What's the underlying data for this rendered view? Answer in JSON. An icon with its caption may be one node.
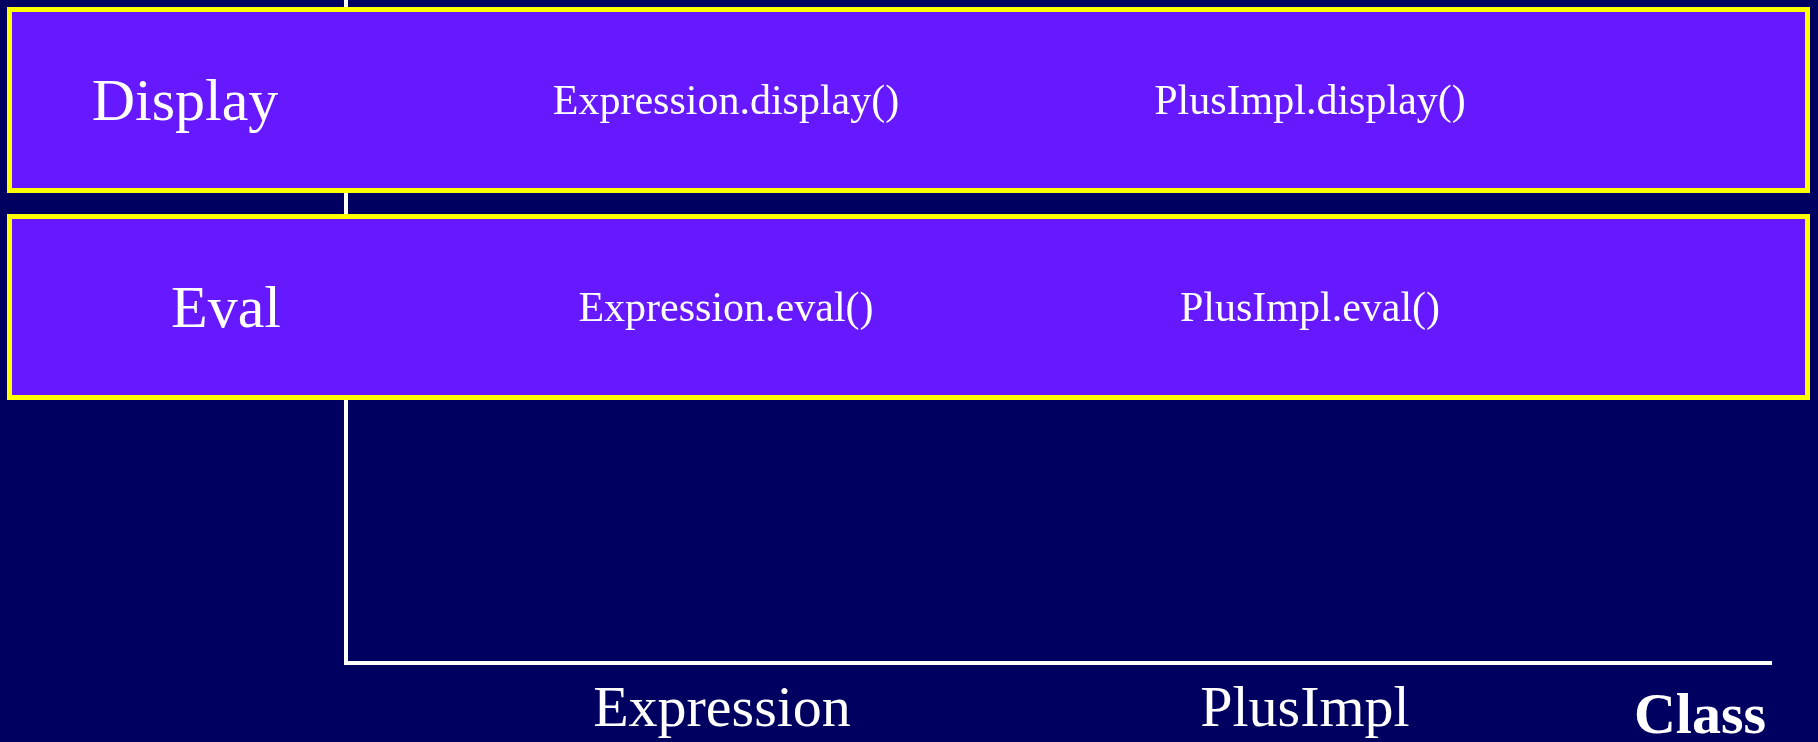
{
  "diagram": {
    "nodes": [
      {
        "text": [
          "Display",
          "Expression.display()",
          "PlusImpl.display()"
        ]
      },
      {
        "text": [
          "Eval",
          "Expression.eval()",
          "PlusImpl.eval()"
        ]
      }
    ],
    "labels": [
      "Expression",
      "PlusImpl",
      "Class"
    ]
  }
}
